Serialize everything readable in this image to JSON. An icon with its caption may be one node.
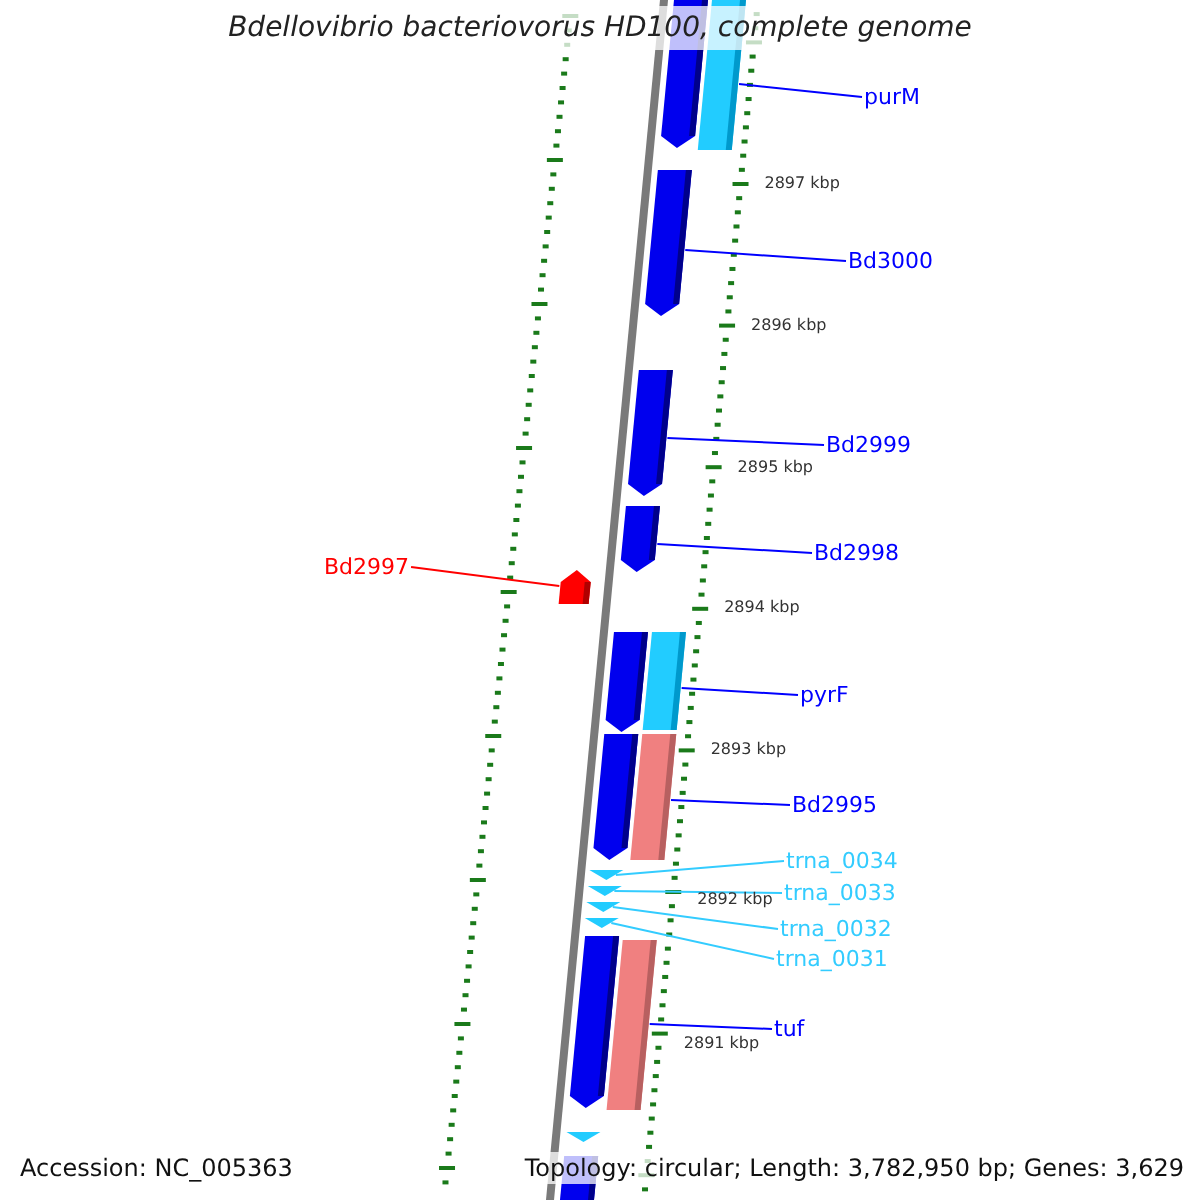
{
  "diagram": {
    "title": "Bdellovibrio bacteriovorus HD100, complete genome",
    "nodes": [
      {
        "text": [
          "purM"
        ]
      },
      {
        "text": [
          "Bd3000"
        ]
      },
      {
        "text": [
          "Bd2999"
        ]
      },
      {
        "text": [
          "Bd2998"
        ]
      },
      {
        "text": [
          "Bd2997"
        ]
      },
      {
        "text": [
          "pyrF"
        ]
      },
      {
        "text": [
          "Bd2995"
        ]
      },
      {
        "text": [
          "trna_0034"
        ]
      },
      {
        "text": [
          "trna_0033"
        ]
      },
      {
        "text": [
          "trna_0032"
        ]
      },
      {
        "text": [
          "trna_0031"
        ]
      },
      {
        "text": [
          "tuf"
        ]
      },
      {
        "text": [],
        "shape": "pentagon"
      },
      {
        "text": [],
        "shape": "bar"
      },
      {
        "text": [],
        "shape": "pentagon"
      },
      {
        "text": [],
        "shape": "pentagon"
      },
      {
        "text": [],
        "shape": "pentagon"
      },
      {
        "text": [],
        "shape": "pentagon"
      },
      {
        "text": [],
        "shape": "pentagon"
      },
      {
        "text": [],
        "shape": "bar"
      },
      {
        "text": [],
        "shape": "pentagon"
      },
      {
        "text": [],
        "shape": "bar"
      },
      {
        "text": [],
        "shape": "triangle"
      },
      {
        "text": [],
        "shape": "triangle"
      },
      {
        "text": [],
        "shape": "triangle"
      },
      {
        "text": [],
        "shape": "triangle"
      },
      {
        "text": [],
        "shape": "pentagon"
      },
      {
        "text": [],
        "shape": "bar"
      },
      {
        "text": [],
        "shape": "triangle"
      },
      {
        "text": [],
        "shape": "pentagon"
      }
    ],
    "edges": [
      {
        "from": 0,
        "to": 13,
        "arrow": "none"
      },
      {
        "from": 1,
        "to": 14,
        "arrow": "none"
      },
      {
        "from": 2,
        "to": 15,
        "arrow": "none"
      },
      {
        "from": 3,
        "to": 16,
        "arrow": "none"
      },
      {
        "from": 4,
        "to": 17,
        "arrow": "none",
        "color": "#ff0000"
      },
      {
        "from": 5,
        "to": 19,
        "arrow": "none"
      },
      {
        "from": 6,
        "to": 21,
        "arrow": "none"
      },
      {
        "from": 7,
        "to": 22,
        "arrow": "none",
        "color": "#33ccff"
      },
      {
        "from": 8,
        "to": 23,
        "arrow": "none",
        "color": "#33ccff"
      },
      {
        "from": 9,
        "to": 24,
        "arrow": "none",
        "color": "#33ccff"
      },
      {
        "from": 10,
        "to": 25,
        "arrow": "none",
        "color": "#33ccff"
      },
      {
        "from": 11,
        "to": 27,
        "arrow": "none"
      }
    ],
    "labels": [
      "2897 kbp",
      "2896 kbp",
      "2895 kbp",
      "2894 kbp",
      "2893 kbp",
      "2892 kbp",
      "2891 kbp",
      "Accession: NC_005363",
      "Topology: circular; Length: 3,782,950 bp; Genes: 3,629"
    ]
  }
}
